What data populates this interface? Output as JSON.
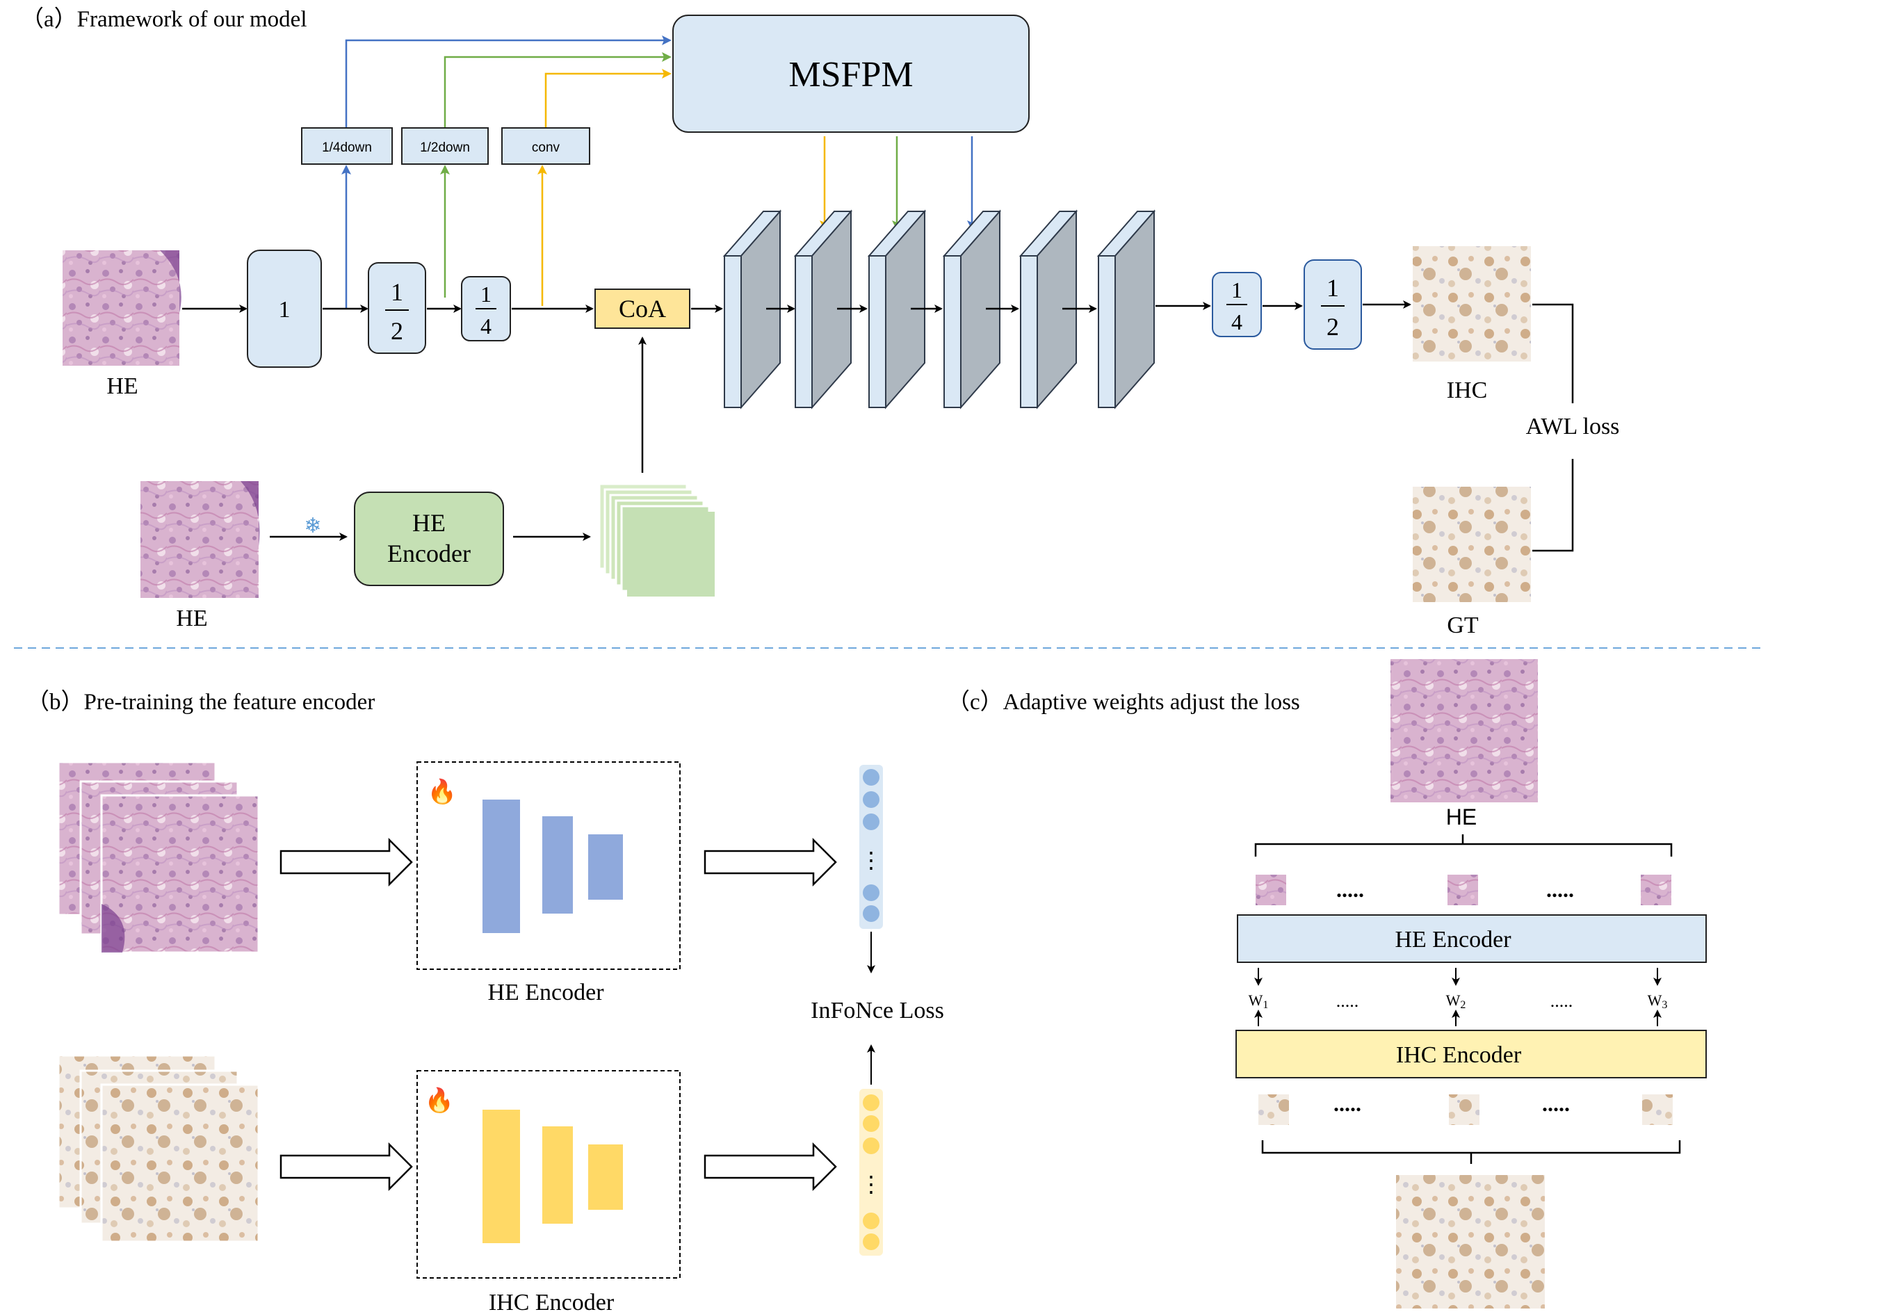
{
  "panels": {
    "a": {
      "title": "（a）Framework of our model"
    },
    "b": {
      "title": "（b）Pre-training the feature encoder"
    },
    "c": {
      "title": "（c）Adaptive weights adjust the loss"
    }
  },
  "modules": {
    "msfpm": "MSFPM",
    "coa": "CoA",
    "he_encoder": [
      "HE",
      "Encoder"
    ],
    "he_encoder_b": "HE Encoder",
    "ihc_encoder_b": "IHC Encoder",
    "infonce": "InFoNce Loss",
    "he_encoder_c": "HE Encoder",
    "ihc_encoder_c": "IHC Encoder",
    "awl_loss": "AWL loss"
  },
  "small_boxes": {
    "down4": "1/4down",
    "down2": "1/2down",
    "conv": "conv"
  },
  "scale_blocks": {
    "full": "1",
    "half_num": "1",
    "half_den": "2",
    "quarter_num": "1",
    "quarter_den": "4",
    "up_quarter_num": "1",
    "up_quarter_den": "4",
    "up_half_num": "1",
    "up_half_den": "2"
  },
  "image_labels": {
    "he_top": "HE",
    "he_bottom": "HE",
    "ihc": "IHC",
    "gt": "GT",
    "he_c": "HE"
  },
  "weights": {
    "w1": "W",
    "w1_sub": "1",
    "w2": "W",
    "w2_sub": "2",
    "w3": "W",
    "w3_sub": "3"
  },
  "ellipsis": {
    "dots5": ".....",
    "vertical": "⋮"
  },
  "icons": {
    "frozen": "snowflake-icon",
    "trainable": "fire-icon"
  },
  "colors": {
    "blue_arrow": "#4472c4",
    "green_arrow": "#70ad47",
    "yellow_arrow": "#f5b800",
    "module_blue": "#dae8f5",
    "module_green": "#c5e0b4",
    "module_yellow": "#fff2b3",
    "coa_fill": "#fee599",
    "encoder_bar_blue": "#8fa9dc",
    "encoder_bar_yellow": "#ffd966",
    "layer_gray": "#b0b8bf",
    "divider": "#6fa8dc"
  }
}
